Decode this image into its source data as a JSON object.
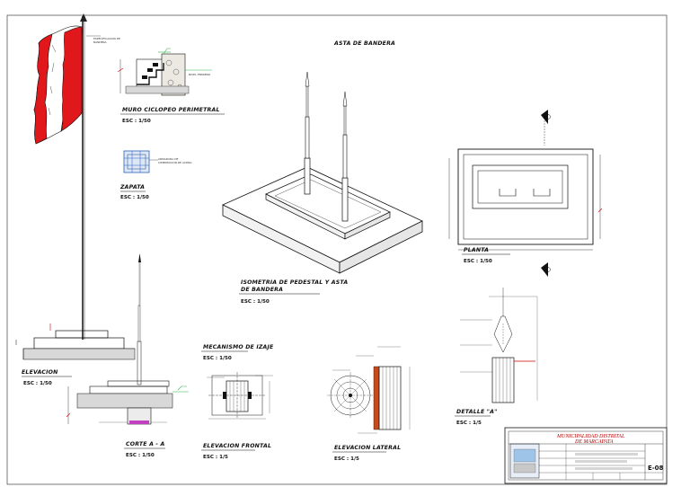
{
  "sheet": {
    "title": "ASTA DE BANDERA",
    "colors": {
      "flag_red": "#e0171b",
      "line": "#111111",
      "accent_green": "#2bb24a",
      "accent_magenta": "#c040c0",
      "title_red": "#b40000"
    }
  },
  "views": [
    {
      "id": "muro",
      "title": "MURO CICLOPEO PERIMETRAL",
      "scale": "ESC : 1/50"
    },
    {
      "id": "zapata",
      "title": "ZAPATA",
      "scale": "ESC : 1/50"
    },
    {
      "id": "isometria",
      "title_line1": "ISOMETRIA DE PEDESTAL Y ASTA",
      "title_line2": "DE BANDERA",
      "scale": "ESC : 1/50"
    },
    {
      "id": "planta",
      "title": "PLANTA",
      "scale": "ESC : 1/50"
    },
    {
      "id": "elevacion",
      "title": "ELEVACION",
      "scale": "ESC : 1/50"
    },
    {
      "id": "mecanismo",
      "title": "MECANISMO DE IZAJE",
      "scale": "ESC : 1/50"
    },
    {
      "id": "corte",
      "title": "CORTE A - A",
      "scale": "ESC : 1/50"
    },
    {
      "id": "frontal",
      "title": "ELEVACION FRONTAL",
      "scale": "ESC : 1/5"
    },
    {
      "id": "lateral",
      "title": "ELEVACION LATERAL",
      "scale": "ESC : 1/5"
    },
    {
      "id": "detalle",
      "title": "DETALLE \"A\"",
      "scale": "ESC : 1/5"
    }
  ],
  "title_block": {
    "line1": "MUNICIPALIDAD DISTRITAL",
    "line2": "DE MARCAPATA",
    "sheet_code": "E-08"
  }
}
